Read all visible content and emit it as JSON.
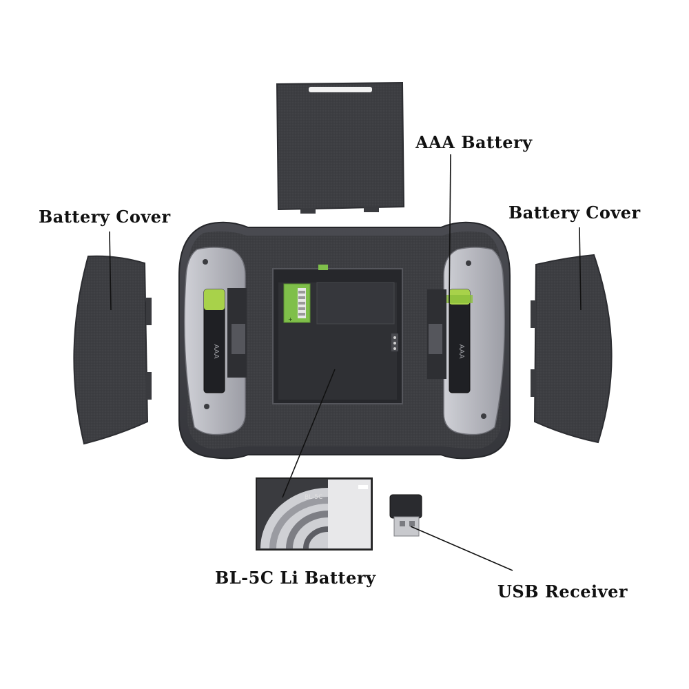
{
  "labels": {
    "aaa_battery": "AAA Battery",
    "battery_cover_left": "Battery Cover",
    "battery_cover_right": "Battery Cover",
    "bl5c_battery": "BL-5C Li Battery",
    "usb_receiver": "USB Receiver"
  },
  "battery_markings": {
    "bl5c_text": "BL-5C"
  },
  "colors": {
    "device_body": "#3f4045",
    "foam": "#3b3c40",
    "battery_cell_cap": "#a8d24a",
    "circuit_board": "#7fbf4a",
    "label_text": "#111111"
  }
}
